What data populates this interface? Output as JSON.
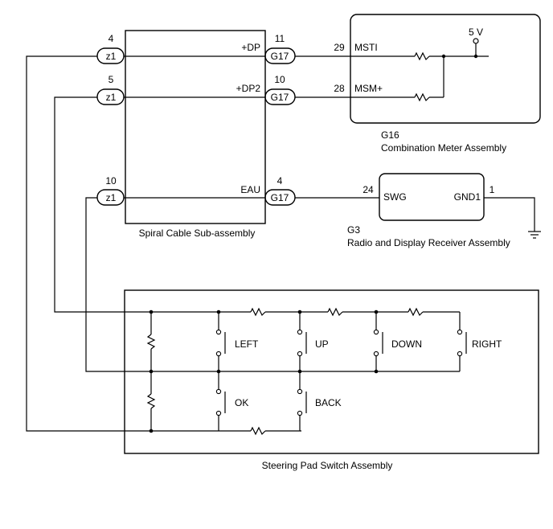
{
  "spiral_cable": {
    "name": "Spiral Cable Sub-assembly",
    "left_pins": [
      "4",
      "5",
      "10"
    ],
    "left_connector": "z1",
    "right_pins": [
      "11",
      "10",
      "4"
    ],
    "right_connector": "G17",
    "signals": [
      "+DP",
      "+DP2",
      "EAU"
    ]
  },
  "combination_meter": {
    "code": "G16",
    "name": "Combination Meter Assembly",
    "pins": [
      "29",
      "28"
    ],
    "signals": [
      "MSTI",
      "MSM+"
    ],
    "supply": "5 V"
  },
  "radio_receiver": {
    "code": "G3",
    "name": "Radio and Display Receiver Assembly",
    "pins": [
      "24",
      "1"
    ],
    "signals": [
      "SWG",
      "GND1"
    ]
  },
  "steering_pad": {
    "name": "Steering Pad Switch Assembly",
    "switches": [
      "LEFT",
      "UP",
      "DOWN",
      "RIGHT",
      "OK",
      "BACK"
    ]
  }
}
